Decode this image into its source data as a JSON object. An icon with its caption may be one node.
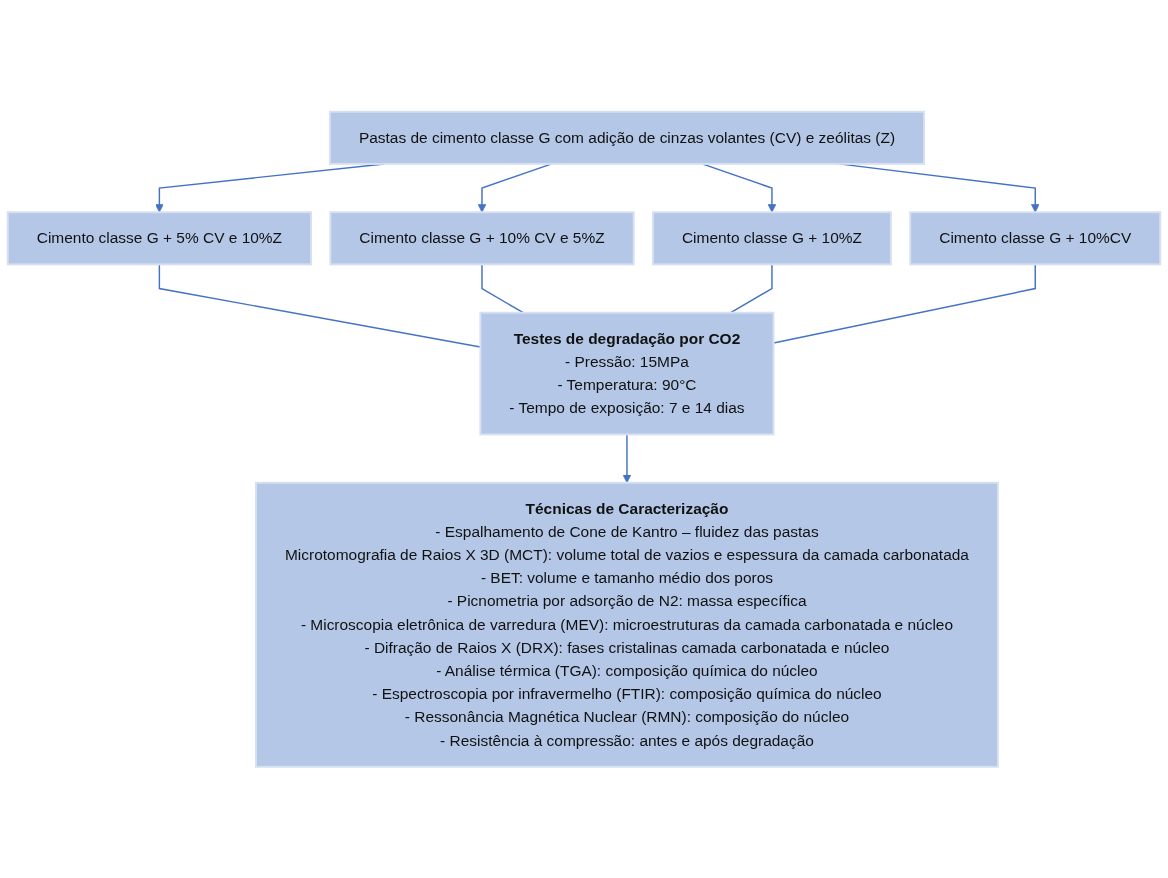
{
  "diagram": {
    "nodes": [
      {
        "text": [
          "Pastas de cimento classe G com adição de cinzas volantes (CV) e zeólitas (Z)"
        ]
      },
      {
        "text": [
          "Cimento classe G + 5% CV e 10%Z"
        ]
      },
      {
        "text": [
          "Cimento classe G + 10% CV e 5%Z"
        ]
      },
      {
        "text": [
          "Cimento classe G + 10%Z"
        ]
      },
      {
        "text": [
          "Cimento classe G + 10%CV"
        ]
      },
      {
        "text": [
          "Testes de degradação por CO2",
          "- Pressão: 15MPa",
          "- Temperatura: 90°C",
          "- Tempo de exposição: 7 e 14 dias"
        ]
      },
      {
        "text": [
          "Técnicas de Caracterização",
          "- Espalhamento de Cone de Kantro – fluidez das pastas",
          "Microtomografia de Raios X 3D (MCT): volume total de vazios e espessura da camada carbonatada",
          "- BET: volume e tamanho médio dos poros",
          "- Picnometria por adsorção de N2: massa específica",
          "- Microscopia eletrônica de varredura (MEV): microestruturas da camada carbonatada e núcleo",
          "- Difração de Raios X (DRX): fases cristalinas camada carbonatada e núcleo",
          "- Análise térmica (TGA): composição química do núcleo",
          "- Espectroscopia por infravermelho (FTIR): composição química do núcleo",
          "- Ressonância Magnética Nuclear (RMN): composição do núcleo",
          "- Resistência à compressão: antes e após degradação"
        ]
      }
    ],
    "edges": [
      {
        "from": 0,
        "to": 1,
        "arrow": "to"
      },
      {
        "from": 0,
        "to": 2,
        "arrow": "to"
      },
      {
        "from": 0,
        "to": 3,
        "arrow": "to"
      },
      {
        "from": 0,
        "to": 4,
        "arrow": "to"
      },
      {
        "from": 1,
        "to": 5,
        "arrow": "none"
      },
      {
        "from": 2,
        "to": 5,
        "arrow": "none"
      },
      {
        "from": 3,
        "to": 5,
        "arrow": "none"
      },
      {
        "from": 4,
        "to": 5,
        "arrow": "none"
      },
      {
        "from": 5,
        "to": 6,
        "arrow": "to"
      }
    ]
  }
}
